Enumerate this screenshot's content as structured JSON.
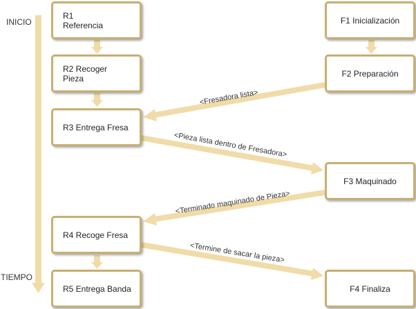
{
  "timeline": {
    "start_label": "INICIO",
    "end_label": "TIEMPO"
  },
  "robot": [
    {
      "id": "R1",
      "label": "R1\nReferencia"
    },
    {
      "id": "R2",
      "label": "R2 Recoger\nPieza"
    },
    {
      "id": "R3",
      "label": "R3 Entrega Fresa"
    },
    {
      "id": "R4",
      "label": "R4 Recoge Fresa"
    },
    {
      "id": "R5",
      "label": "R5 Entrega Banda"
    }
  ],
  "fresadora": [
    {
      "id": "F1",
      "label": "F1 Inicialización"
    },
    {
      "id": "F2",
      "label": "F2 Preparación"
    },
    {
      "id": "F3",
      "label": "F3 Maquinado"
    },
    {
      "id": "F4",
      "label": "F4 Finaliza"
    }
  ],
  "messages": [
    {
      "from": "F2",
      "to": "R3",
      "label": "<Fresadora lista>"
    },
    {
      "from": "R3",
      "to": "F3",
      "label": "<Pieza lista dentro de Fresadora>"
    },
    {
      "from": "F3",
      "to": "R4",
      "label": "<Terminado maquinado de Pieza>"
    },
    {
      "from": "R4",
      "to": "F4",
      "label": "<Termine de sacar la pieza>"
    }
  ],
  "colors": {
    "border": "#c8ae72",
    "arrow": "#f0dca8"
  }
}
